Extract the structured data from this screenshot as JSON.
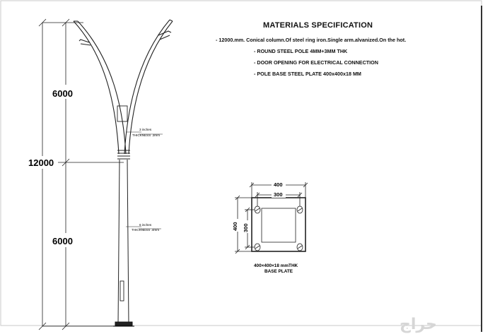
{
  "spec": {
    "title": "MATERIALS SPECIFICATION",
    "lines": [
      "-  12000.mm.  Conical column.Of steel ring iron.Single arm.alvanized.On the hot.",
      "-  ROUND STEEL POLE 4MM+3MM THK",
      "-  DOOR OPENING FOR ELECTRICAL CONNECTION",
      "-  POLE BASE STEEL PLATE 400x400x18  MM"
    ]
  },
  "pole": {
    "upper_height": "6000",
    "lower_height": "6000",
    "total_height": "12000",
    "upper_note_size": "3  inches",
    "upper_note_thickness": "THICKNESS .3mm",
    "lower_note_size": "6  inches",
    "lower_note_thickness": "THICKNESS .4mm"
  },
  "plate": {
    "outer_width": "400",
    "inner_width": "300",
    "outer_height": "400",
    "inner_height": "300",
    "caption_line1": "400×400×18 mmTHK",
    "caption_line2": "BASE PLATE"
  },
  "watermark": "حراج"
}
